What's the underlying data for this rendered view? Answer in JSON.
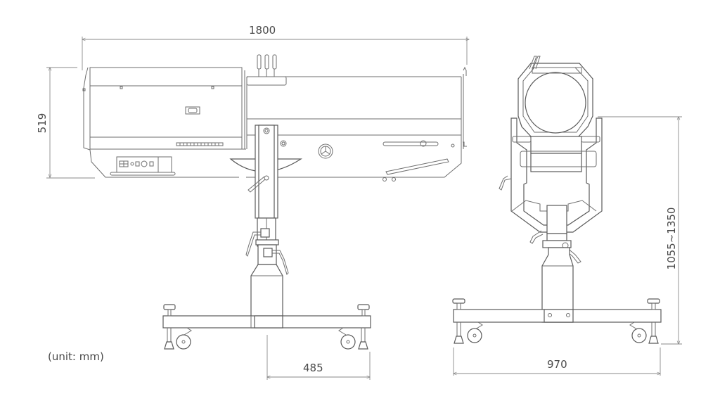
{
  "drawing": {
    "title": "Follow spotlight dimension drawing",
    "unit_note": "(unit:  mm)",
    "colors": {
      "line": "#6e6e6e",
      "dimension": "#8a8a8a",
      "text": "#4a4a4a",
      "background": "#ffffff"
    }
  },
  "side_view": {
    "dimensions": {
      "overall_length": "1800",
      "body_height": "519",
      "base_half_width": "485"
    },
    "parts": [
      "lamp-housing",
      "lens-barrel",
      "filter-levers",
      "control-panel",
      "yoke",
      "tilt-handle",
      "pan-lock-handle",
      "height-lock-handle",
      "column",
      "base",
      "casters",
      "leveling-feet"
    ]
  },
  "front_view": {
    "dimensions": {
      "base_width": "970",
      "height_range": "1055~1350"
    },
    "parts": [
      "lens-front",
      "yoke-arms",
      "column",
      "base",
      "casters",
      "leveling-feet"
    ]
  }
}
